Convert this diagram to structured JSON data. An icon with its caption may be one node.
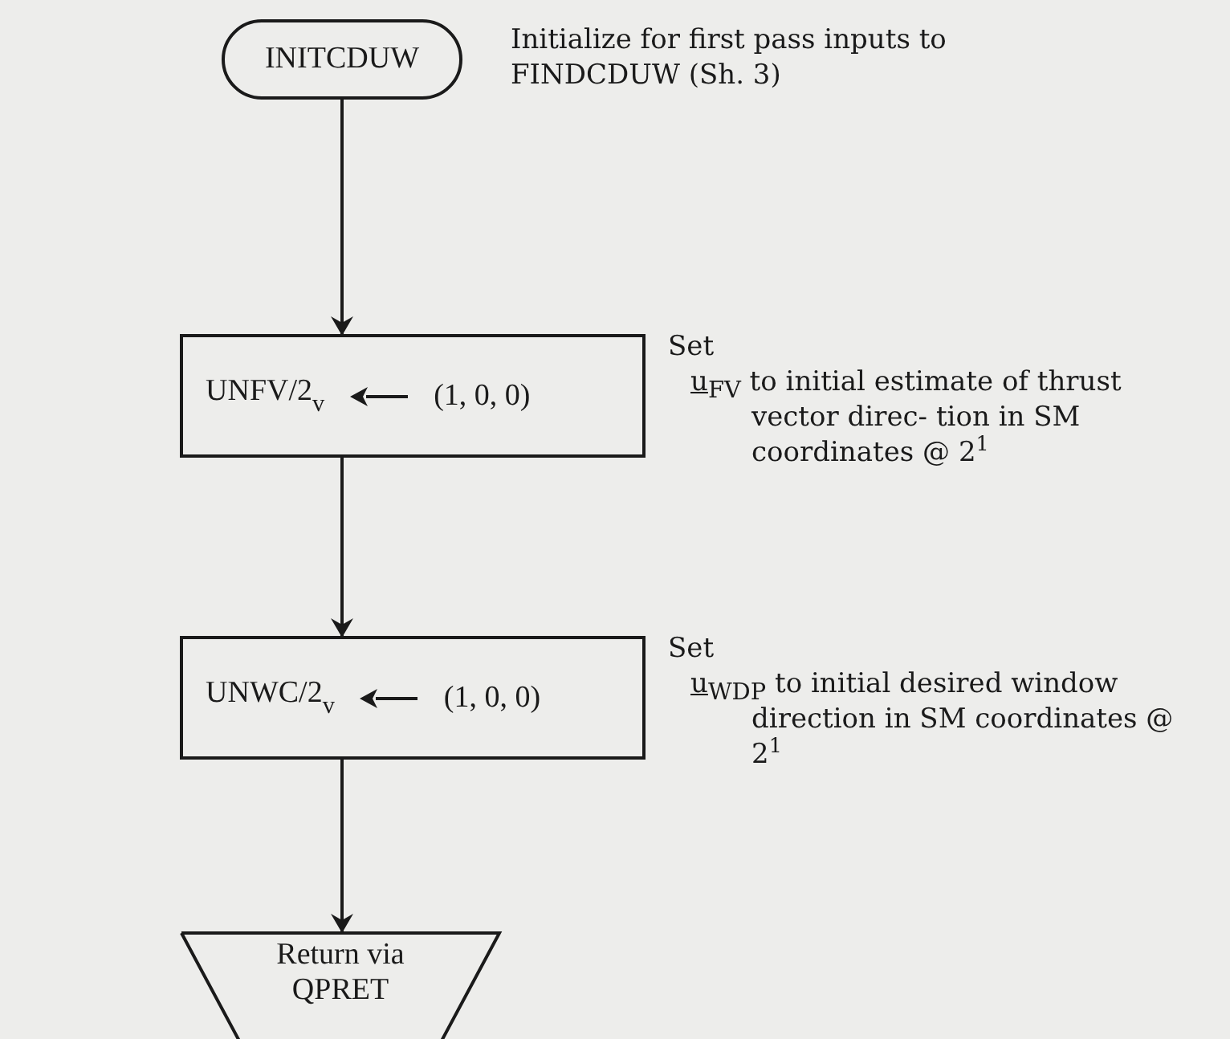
{
  "diagram": {
    "nodes": [
      {
        "text": [
          "INITCDUW"
        ],
        "beside": [
          "Initialize for first pass inputs to FINDCDUW (Sh. 3)"
        ]
      },
      {
        "text": [
          "UNFV/2$_{v}$",
          "(1, 0, 0)"
        ],
        "beside": [
          "Set",
          "u$_{FV}$ to initial estimate of thrust vector direc- tion in SM coordinates @ 2$^{1}$"
        ]
      },
      {
        "text": [
          "UNWC/2$_{v}$",
          "(1, 0, 0)"
        ],
        "beside": [
          "Set",
          "u$_{WDP}$ to initial desired window direction in SM coordinates @ 2$^{1}$"
        ]
      },
      {
        "text": [
          "Return via QPRET"
        ]
      }
    ],
    "edges": [
      {
        "from": 0,
        "to": 1,
        "arrow": "to"
      },
      {
        "from": 1,
        "to": 2,
        "arrow": "to"
      },
      {
        "from": 2,
        "to": 3,
        "arrow": "to"
      }
    ]
  }
}
